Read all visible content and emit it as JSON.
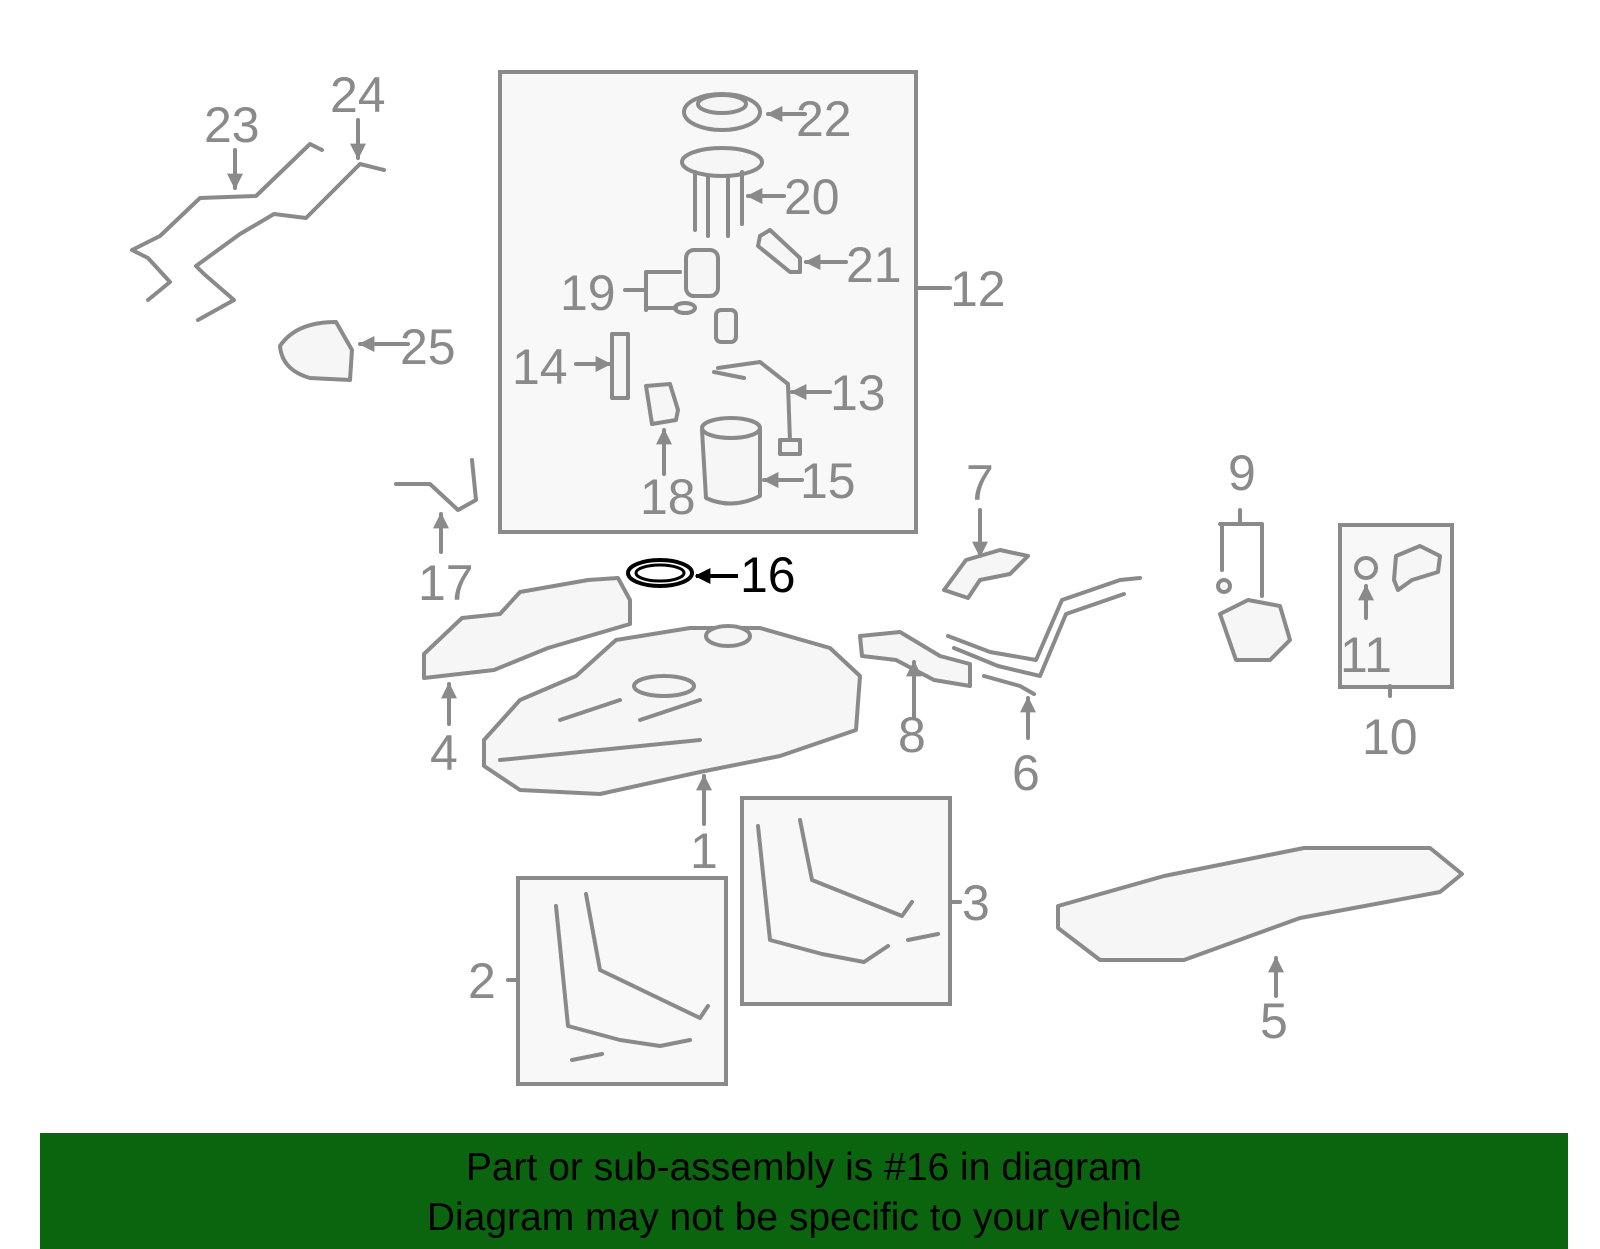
{
  "diagram": {
    "highlight_color": "#000000",
    "part_color": "#8a8a8a",
    "callouts": [
      "1",
      "2",
      "3",
      "4",
      "5",
      "6",
      "7",
      "8",
      "9",
      "10",
      "11",
      "12",
      "13",
      "14",
      "15",
      "16",
      "17",
      "18",
      "19",
      "20",
      "21",
      "22",
      "23",
      "24",
      "25"
    ]
  },
  "banner": {
    "line1": "Part or sub-assembly is #16 in diagram",
    "line2": "Diagram may not be specific to your vehicle",
    "background": "#0b650e"
  }
}
